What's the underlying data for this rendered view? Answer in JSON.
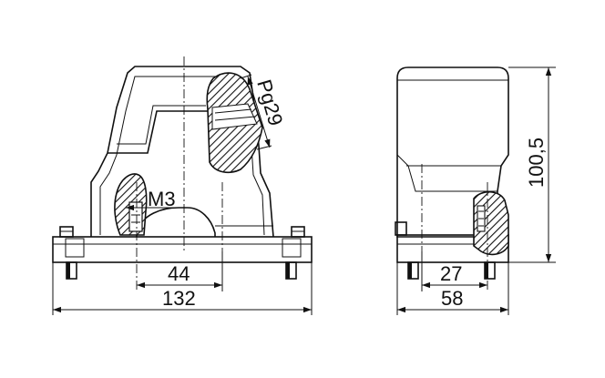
{
  "diagram": {
    "front_view": {
      "labels": {
        "thread": "M3",
        "cable_entry": "Pg29",
        "inner_width": "44",
        "overall_width": "132"
      }
    },
    "side_view": {
      "labels": {
        "height": "100,5",
        "inner_depth": "27",
        "overall_depth": "58"
      }
    }
  }
}
